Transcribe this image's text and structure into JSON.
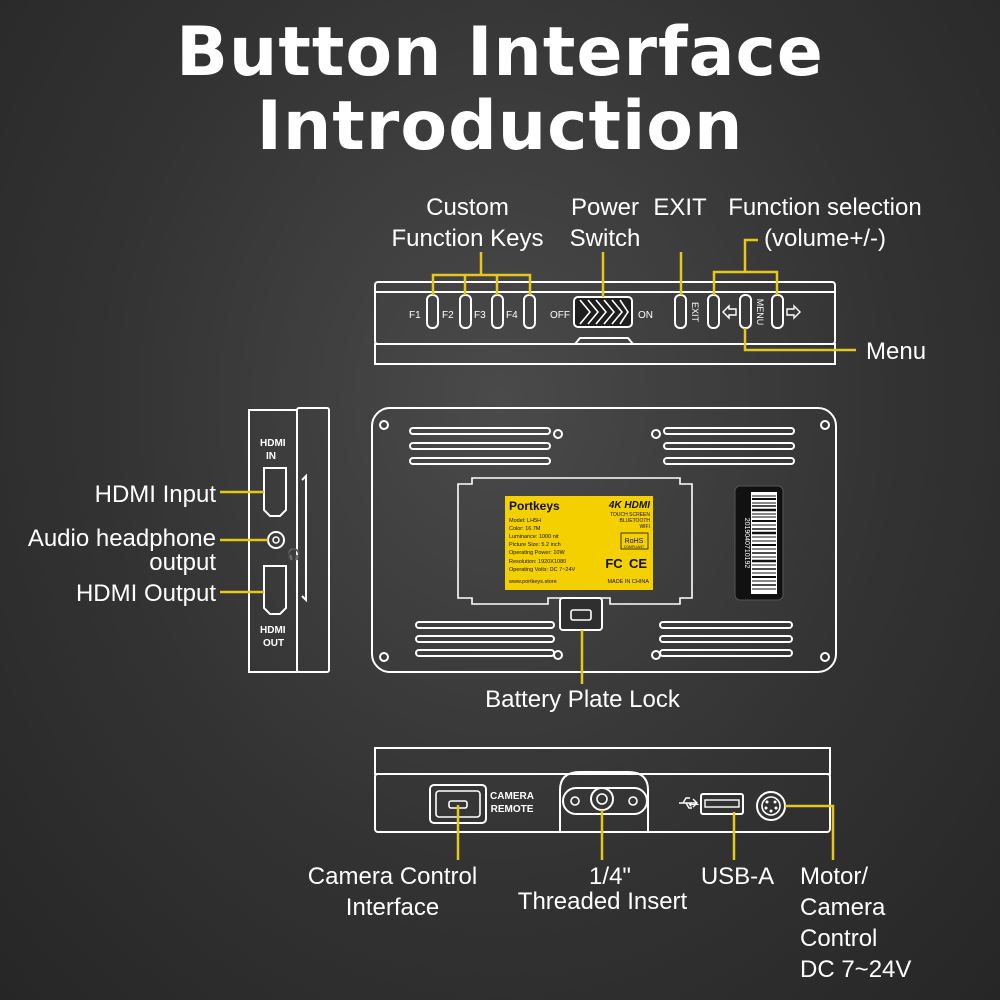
{
  "title": {
    "line1": "Button Interface",
    "line2": "Introduction"
  },
  "top_view": {
    "custom_keys_label_1": "Custom",
    "custom_keys_label_2": "Function Keys",
    "power_label_1": "Power",
    "power_label_2": "Switch",
    "exit_label": "EXIT",
    "function_sel_1": "Function selection",
    "function_sel_2": "(volume+/-)",
    "menu_label": "Menu",
    "keys": [
      "F1",
      "F2",
      "F3",
      "F4"
    ],
    "off_text": "OFF",
    "on_text": "ON",
    "exit_text": "EXIT",
    "menu_text": "MENU"
  },
  "side_view": {
    "hdmi_input": "HDMI  Input",
    "audio_1": "Audio headphone",
    "audio_2": "output",
    "hdmi_output": "HDMI  Output",
    "port_in_1": "HDMI",
    "port_in_2": "IN",
    "port_out_1": "HDMI",
    "port_out_2": "OUT"
  },
  "back_view": {
    "battery_lock": "Battery Plate Lock",
    "brand": "Portkeys",
    "spec_header": "4K HDMI",
    "spec_sub": [
      "TOUCH SCREEN",
      "BLUETOOTH",
      "WIFI"
    ],
    "specs": [
      "Model: LH5H",
      "Color: 16.7M",
      "Luminance: 1000 nit",
      "Picture Size: 5.2 inch",
      "Operating Power: 10W",
      "Resolution: 1920X1080",
      "Operating Volts: DC 7~24V"
    ],
    "website": "www.portkeys.store",
    "made_in": "MADE IN CHINA",
    "rohs": "RoHS",
    "rohs_sub": "COMPLIANT",
    "fc": "FC",
    "ce": "CE",
    "serial": "2019040710192"
  },
  "bottom_view": {
    "camera_remote_1": "CAMERA",
    "camera_remote_2": "REMOTE",
    "cam_ctrl_1": "Camera Control",
    "cam_ctrl_2": "Interface",
    "thread_1": "1/4\"",
    "thread_2": "Threaded Insert",
    "usb": "USB-A",
    "motor_1": "Motor/",
    "motor_2": "Camera",
    "motor_3": "Control",
    "motor_4": "DC 7~24V"
  },
  "colors": {
    "callout": "#e8c71d",
    "outline": "#ffffff",
    "background": "#3a3a3a"
  }
}
